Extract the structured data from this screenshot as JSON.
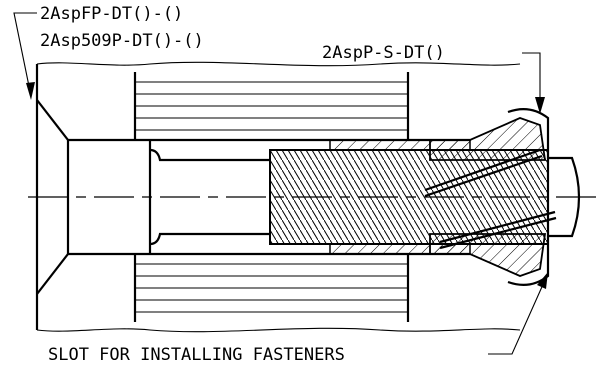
{
  "labels": {
    "part_fp": "2AspFP-DT()-()",
    "part_509": "2Asp509P-DT()-()",
    "part_s": "2AspP-S-DT()",
    "slot_note": "SLOT FOR INSTALLING FASTENERS"
  },
  "colors": {
    "ink": "#000000",
    "background": "#ffffff"
  }
}
